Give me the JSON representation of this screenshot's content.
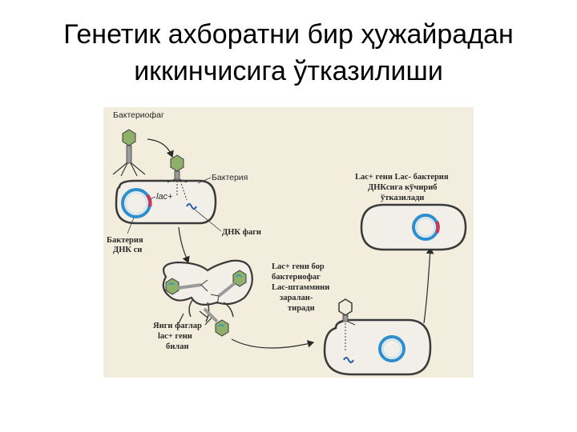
{
  "slide": {
    "title_lines": [
      "Генетик ахборатни бир ҳужайрадан",
      "иккинчисига ўтказилиши"
    ]
  },
  "diagram": {
    "labels": {
      "bacteriophage": "Бактериофаг",
      "bacterium": "Бактерия",
      "lac_plus": "lac+",
      "phage_dna": "ДНК фаги",
      "bacterium_dna_1": "Бактерия",
      "bacterium_dna_2": "ДНК си",
      "new_phages_1": "Янги фаглар",
      "new_phages_2": "lac+ гени",
      "new_phages_3": "билан",
      "infects_1": "Lac+ гени бор",
      "infects_2": "бактериофаг",
      "infects_3": "Lac-штаммини",
      "infects_4": "заралан-",
      "infects_5": "тиради",
      "transfer_1": "Lac+ гени  Lac- бактерия",
      "transfer_2": "ДНКсига кўчириб",
      "transfer_3": "ўтказилади"
    },
    "colors": {
      "background": "#f3eddd",
      "cell_fill": "#f1efe8",
      "outline": "#3a3a3a",
      "dna_ring": "#2e8fcf",
      "lac_gene": "#c8365a",
      "phage_dna": "#2a5ea8",
      "phage_head": "#8fb06a",
      "phage_tail": "#6a6a6a"
    }
  }
}
